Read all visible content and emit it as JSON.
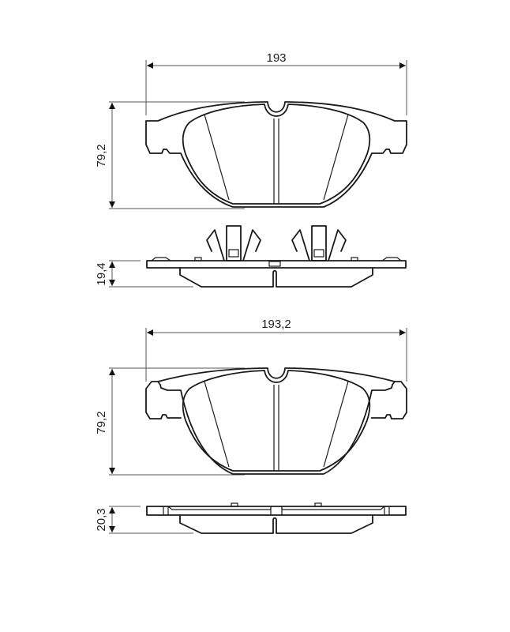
{
  "drawing": {
    "type": "Brake pad set technical drawing",
    "units": "mm",
    "pad_top": {
      "front_view": {
        "width_label": "193",
        "height_label": "79,2"
      },
      "side_view": {
        "thickness_label": "19,4",
        "features": [
          "spring-clip-left",
          "spring-clip-right",
          "wear-indicator"
        ]
      }
    },
    "pad_bottom": {
      "front_view": {
        "width_label": "193,2",
        "height_label": "79,2"
      },
      "side_view": {
        "thickness_label": "20,3"
      }
    },
    "colors": {
      "line": "#1a1a1a",
      "dimension": "#555555",
      "background": "#ffffff"
    }
  }
}
